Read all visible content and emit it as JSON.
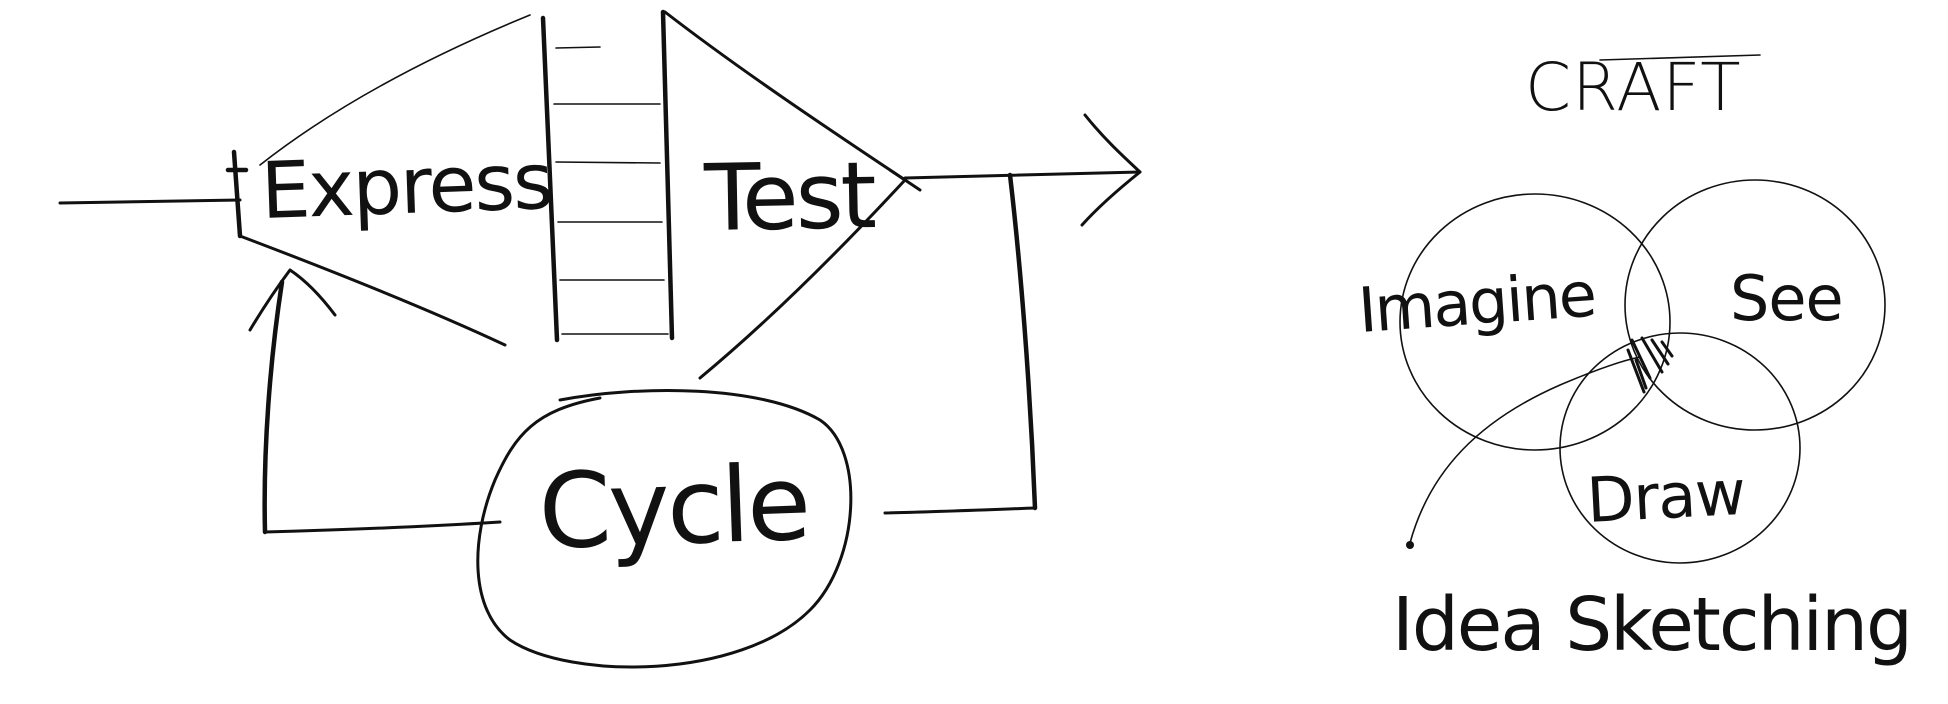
{
  "left_diagram": {
    "express_label": "Express",
    "test_label": "Test",
    "cycle_label": "Cycle"
  },
  "right_diagram": {
    "title": "CRAFT",
    "imagine_label": "Imagine",
    "see_label": "See",
    "draw_label": "Draw",
    "caption": "Idea Sketching"
  },
  "colors": {
    "ink": "#111111",
    "paper": "#ffffff"
  }
}
